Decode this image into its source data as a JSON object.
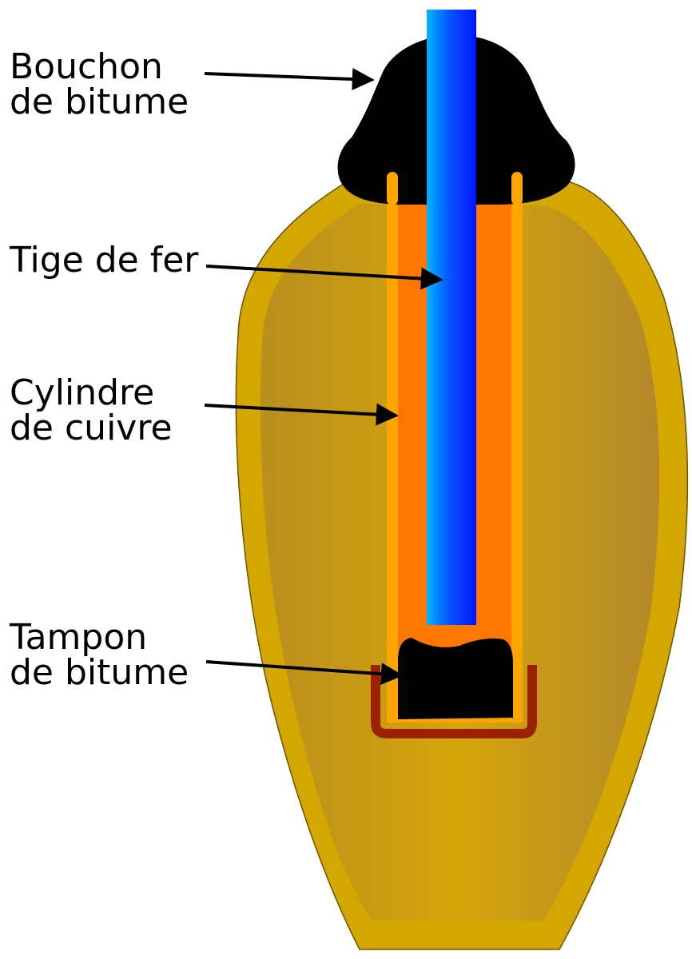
{
  "labels": {
    "bouchon": {
      "line1": "Bouchon",
      "line2": "de bitume"
    },
    "tige": {
      "line1": "Tige de fer"
    },
    "cylindre": {
      "line1": "Cylindre",
      "line2": "de cuivre"
    },
    "tampon": {
      "line1": "Tampon",
      "line2": "de bitume"
    }
  },
  "colors": {
    "jar_outer": "#d4a600",
    "jar_inner": "#b58b22",
    "copper_cylinder": "#ff7700",
    "copper_rim": "#ffa500",
    "iron_rod_light": "#00aaff",
    "iron_rod_dark": "#0022ff",
    "bitumen": "#000000",
    "base_cup": "#9b2200",
    "arrow": "#000000"
  }
}
